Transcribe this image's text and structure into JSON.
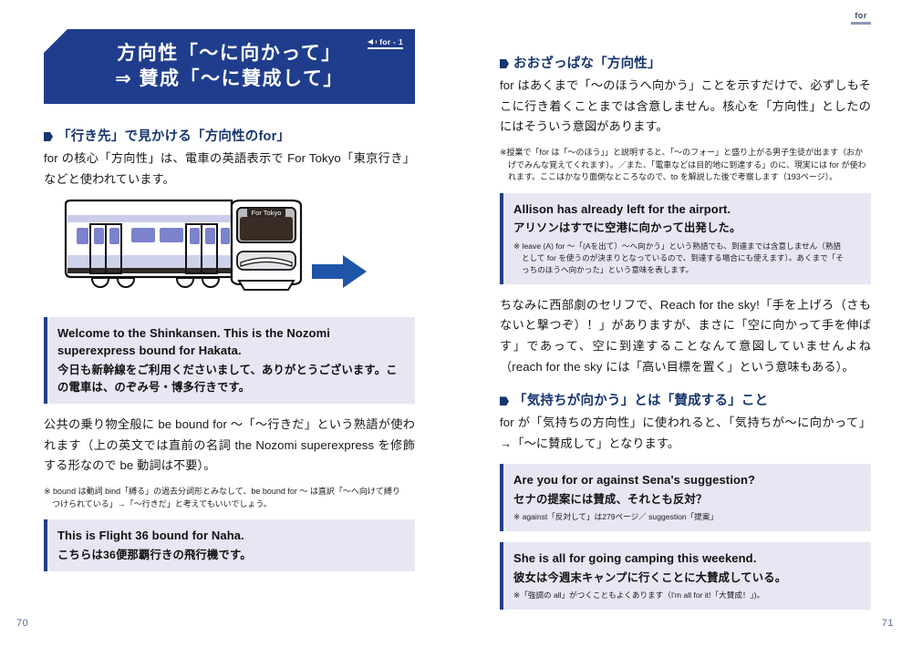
{
  "running_head": {
    "text": "for"
  },
  "left_page": {
    "page_number": "70",
    "banner": {
      "line1": "方向性「～に向かって」",
      "line2": "⇒ 賛成「～に賛成して」",
      "audio_label": "for - 1",
      "audio_icon": "speaker-icon",
      "bg_color": "#1f3d8c"
    },
    "section1": {
      "heading": "「行き先」で見かける「方向性のfor」",
      "paragraph": "for の核心「方向性」は、電車の英語表示で For Tokyo「東京行き」などと使われています。"
    },
    "illustration": {
      "name": "commuter-train-illustration",
      "destination_sign": "For Tokyo",
      "arrow": "right-arrow"
    },
    "example1": {
      "en": "Welcome to the Shinkansen. This is the Nozomi superexpress bound for Hakata.",
      "ja": "今日も新幹線をご利用くださいまして、ありがとうございます。この電車は、のぞみ号・博多行きです。"
    },
    "paragraph2": "公共の乗り物全般に be bound for ～「～行きだ」という熟語が使われます（上の英文では直前の名詞 the Nozomi superexpress を修飾する形なので be 動詞は不要）。",
    "note1": {
      "line1": "※ bound は動詞 bind「縛る」の過去分詞形とみなして、be bound for ～ は直訳「～へ向けて縛り",
      "line2": "つけられている」→「～行きだ」と考えてもいいでしょう。"
    },
    "example2": {
      "en": "This is Flight 36 bound for Naha.",
      "ja": "こちらは36便那覇行きの飛行機です。"
    }
  },
  "right_page": {
    "page_number": "71",
    "section1": {
      "heading": "おおざっぱな「方向性」",
      "paragraph": "for はあくまで「～のほうへ向かう」ことを示すだけで、必ずしもそこに行き着くことまでは含意しません。核心を「方向性」としたのにはそういう意図があります。"
    },
    "note1": {
      "line1": "※授業で「for は「～のほう」」と説明すると、「～のフォー」と盛り上がる男子生徒が出ます（おか",
      "line2": "げでみんな覚えてくれます）。／また、「電車などは目的地に到達する」のに、現実には for が使わ",
      "line3": "れます。ここはかなり面倒なところなので、to を解説した後で考察します（193ページ）。"
    },
    "example1": {
      "en": "Allison has already left for the airport.",
      "ja": "アリソンはすでに空港に向かって出発した。",
      "note_line1": "※ leave (A) for ～「(Aを出て）～へ向かう」という熟語でも、到達までは含意しません（熟語",
      "note_line2": "として for を使うのが決まりとなっているので、到達する場合にも使えます）。あくまで「そ",
      "note_line3": "っちのほうへ向かった」という意味を表します。"
    },
    "paragraph2": "ちなみに西部劇のセリフで、Reach for the sky!「手を上げろ（さもないと撃つぞ）！」がありますが、まさに「空に向かって手を伸ばす」であって、空に到達することなんて意図していませんよね（reach for the sky には「高い目標を置く」という意味もある）。",
    "section2": {
      "heading": "「気持ちが向かう」とは「賛成する」こと",
      "paragraph": "for が「気持ちの方向性」に使われると、「気持ちが～に向かって」→「～に賛成して」となります。"
    },
    "example2": {
      "en": "Are you for or against Sena's suggestion?",
      "ja": "セナの提案には賛成、それとも反対？",
      "note": "※ against「反対して」は279ページ／ suggestion「提案」"
    },
    "example3": {
      "en": "She is all for going camping this weekend.",
      "ja": "彼女は今週末キャンプに行くことに大賛成している。",
      "note": "※「強調の all」がつくこともよくあります（I'm all for it!「大賛成！」)。"
    }
  },
  "colors": {
    "navy": "#1f3d8c",
    "heading_navy": "#17356f",
    "box_bg": "#e7e7f3",
    "box_accent": "#223f85",
    "pagenum": "#5b6a94"
  }
}
